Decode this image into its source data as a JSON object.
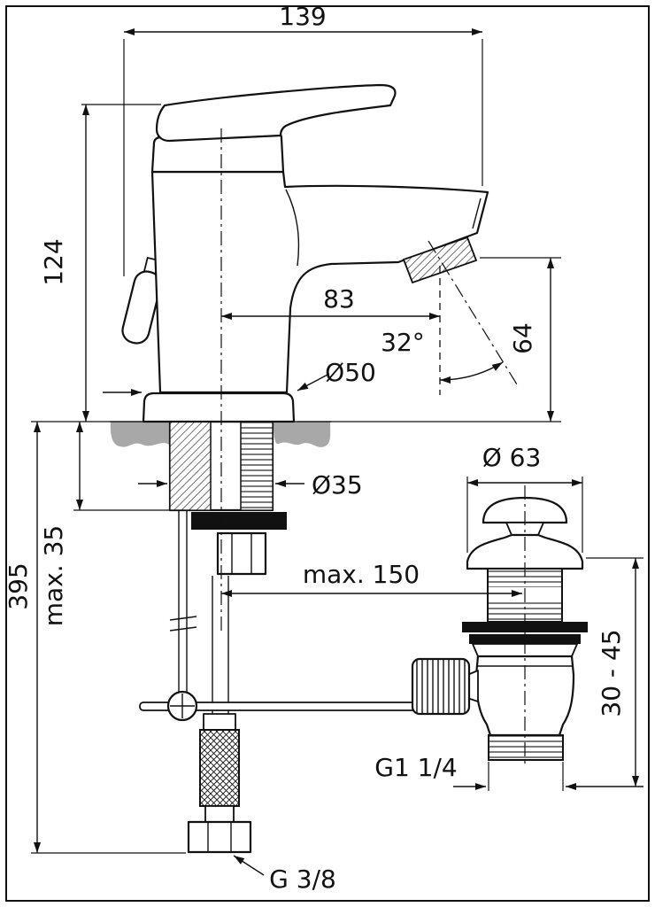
{
  "drawing": {
    "type": "technical-dimension-drawing",
    "subject": "Single-lever basin mixer with pop-up waste",
    "line_color": "#111111",
    "deck_color": "#a8a8a8",
    "labels": {
      "overall_depth": "139",
      "height_above_deck": "124",
      "spout_reach": "83",
      "spray_angle": "32°",
      "outlet_height": "64",
      "base_diameter": "Ø50",
      "mounting_hole_diameter": "Ø35",
      "max_deck_thickness": "max. 35",
      "total_height": "395",
      "max_waste_distance": "max. 150",
      "waste_flange_diameter": "Ø 63",
      "waste_adjust_range": "30 - 45",
      "waste_thread": "G1 1/4",
      "supply_thread": "G 3/8"
    }
  }
}
